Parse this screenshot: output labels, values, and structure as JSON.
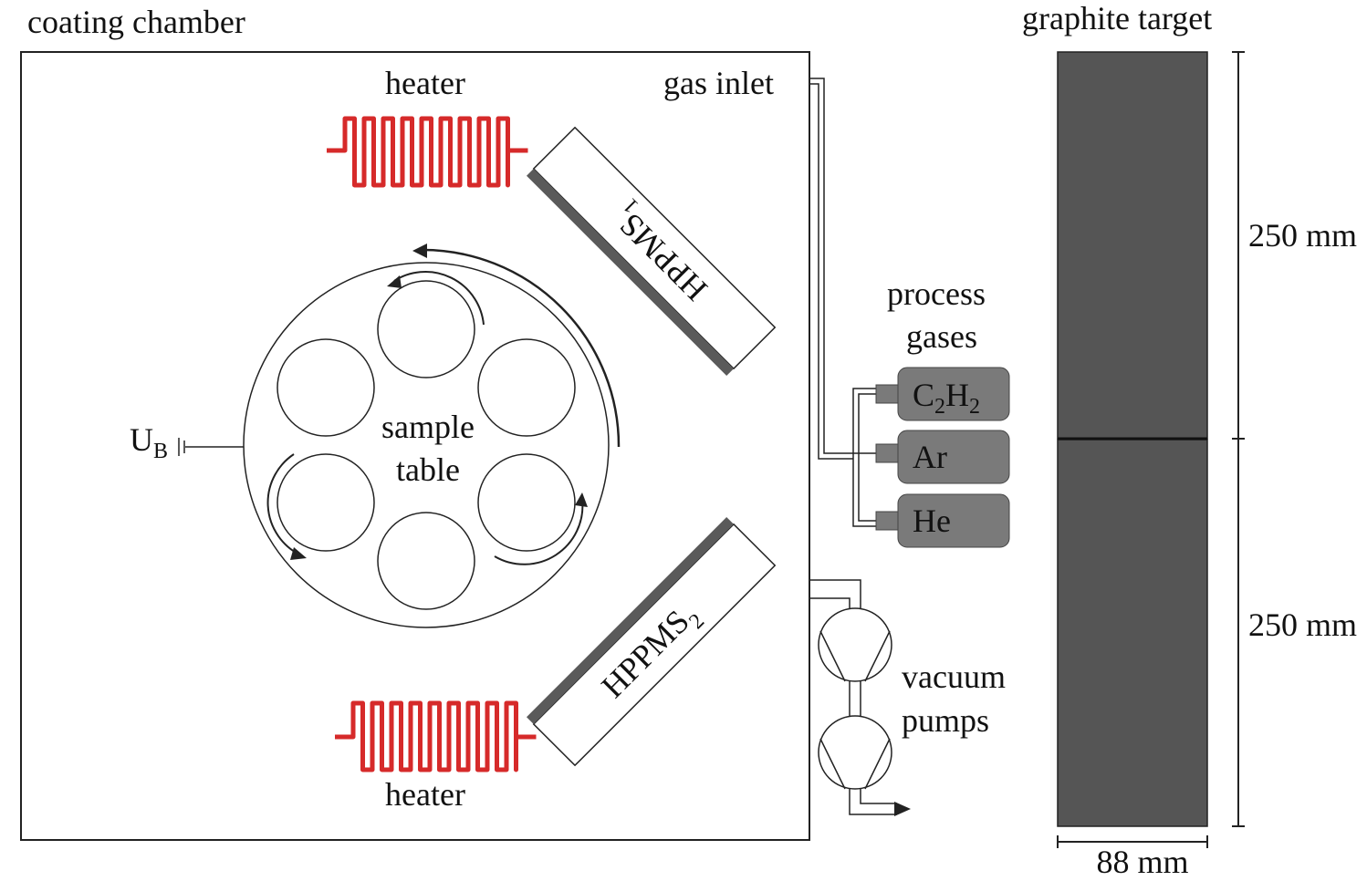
{
  "labels": {
    "coating_chamber": "coating chamber",
    "heater_top": "heater",
    "heater_bottom": "heater",
    "gas_inlet": "gas inlet",
    "hppms1": "HPPMS",
    "hppms1_sub": "1",
    "hppms2": "HPPMS",
    "hppms2_sub": "2",
    "sample_table_line1": "sample",
    "sample_table_line2": "table",
    "bias_u": "U",
    "bias_sub": "B",
    "process_gases_line1": "process",
    "process_gases_line2": "gases",
    "gas1_c": "C",
    "gas1_sub1": "2",
    "gas1_h": "H",
    "gas1_sub2": "2",
    "gas2": "Ar",
    "gas3": "He",
    "vacuum_pumps_line1": "vacuum",
    "vacuum_pumps_line2": "pumps",
    "graphite_target": "graphite target",
    "dim_upper": "250 mm",
    "dim_lower": "250 mm",
    "dim_width": "88 mm"
  },
  "colors": {
    "heater": "#d62a2a",
    "target": "#555555",
    "gas_bottle": "#7a7a7a",
    "magnetron_plate": "#5a5a5a",
    "line": "#222222"
  }
}
